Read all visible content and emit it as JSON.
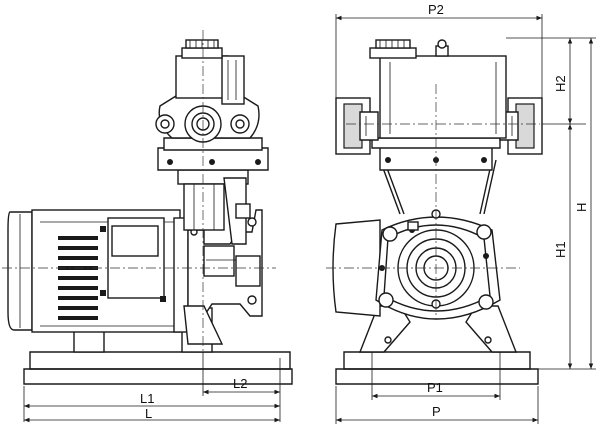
{
  "drawing": {
    "dimensions": {
      "L": "L",
      "L1": "L1",
      "L2": "L2",
      "P": "P",
      "P1": "P1",
      "P2": "P2",
      "H": "H",
      "H1": "H1",
      "H2": "H2"
    }
  }
}
